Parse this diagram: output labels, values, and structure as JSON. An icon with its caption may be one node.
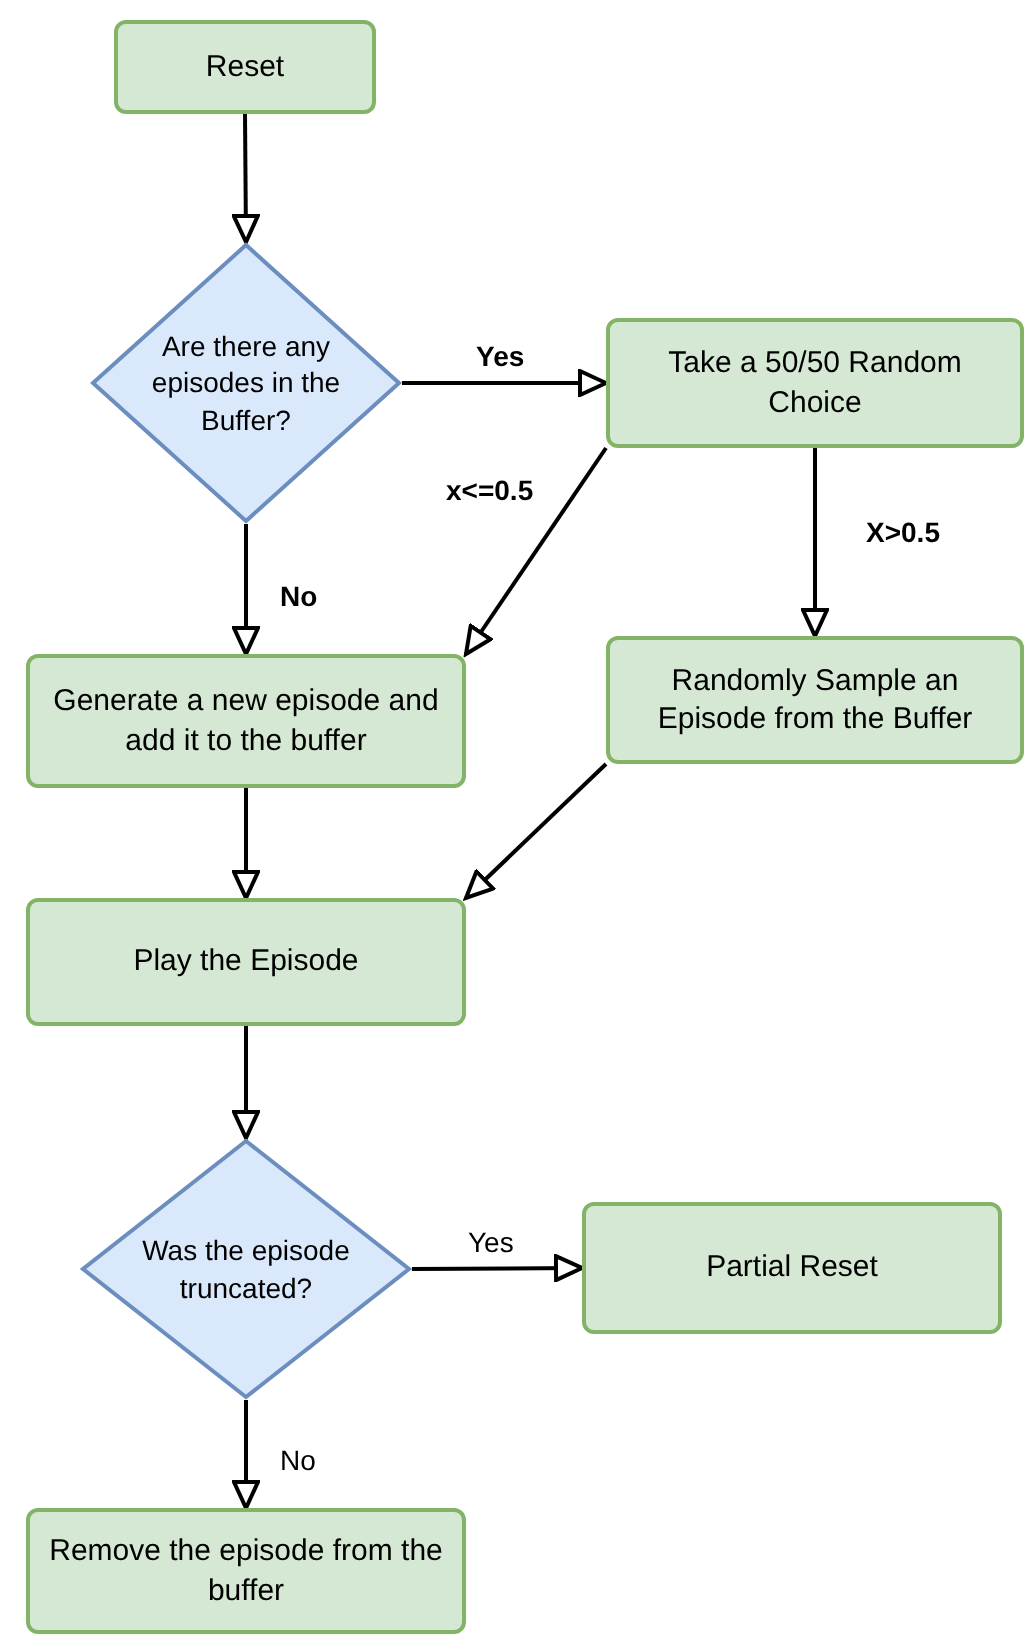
{
  "diagram": {
    "nodes": [
      {
        "text": [
          "Reset"
        ]
      },
      {
        "text": [
          "Are there any episodes in the Buffer?"
        ]
      },
      {
        "text": [
          "Take a 50/50 Random Choice"
        ]
      },
      {
        "text": [
          "Generate a new episode and add it to the buffer"
        ]
      },
      {
        "text": [
          "Randomly Sample an Episode from the Buffer"
        ]
      },
      {
        "text": [
          "Play the Episode"
        ]
      },
      {
        "text": [
          "Was the episode truncated?"
        ]
      },
      {
        "text": [
          "Partial Reset"
        ]
      },
      {
        "text": [
          "Remove the episode from the buffer"
        ]
      }
    ],
    "edges": [
      {
        "from": 0,
        "to": 1,
        "arrow": "to"
      },
      {
        "from": 1,
        "to": 2,
        "arrow": "to",
        "label": "Yes"
      },
      {
        "from": 1,
        "to": 3,
        "arrow": "to",
        "label": "No"
      },
      {
        "from": 2,
        "to": 3,
        "arrow": "to",
        "label": "x<=0.5"
      },
      {
        "from": 2,
        "to": 4,
        "arrow": "to",
        "label": "X>0.5"
      },
      {
        "from": 4,
        "to": 5,
        "arrow": "to"
      },
      {
        "from": 3,
        "to": 5,
        "arrow": "to"
      },
      {
        "from": 5,
        "to": 6,
        "arrow": "to"
      },
      {
        "from": 6,
        "to": 7,
        "arrow": "to",
        "label": "Yes"
      },
      {
        "from": 6,
        "to": 8,
        "arrow": "to",
        "label": "No"
      }
    ]
  }
}
